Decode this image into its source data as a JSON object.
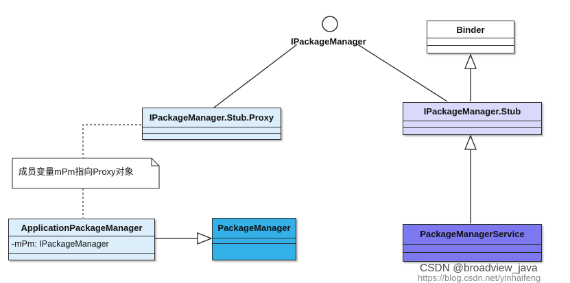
{
  "interface": {
    "name": "IPackageManager"
  },
  "classes": {
    "binder": {
      "name": "Binder"
    },
    "stub": {
      "name": "IPackageManager.Stub"
    },
    "proxy": {
      "name": "IPackageManager.Stub.Proxy"
    },
    "apm": {
      "name": "ApplicationPackageManager",
      "attribute": "-mPm: IPackageManager"
    },
    "pm": {
      "name": "PackageManager"
    },
    "pms": {
      "name": "PackageManagerService"
    }
  },
  "note": {
    "text": "成员变量mPm指向Proxy对象"
  },
  "watermark": {
    "line1": "CSDN @broadview_java",
    "line2": "https://blog.csdn.net/yinhaifeng"
  },
  "colors": {
    "white": "#ffffff",
    "light_blue": "#dbeefa",
    "light_purple": "#d9d9fb",
    "blue": "#33b0e8",
    "purple": "#7b78f0"
  }
}
